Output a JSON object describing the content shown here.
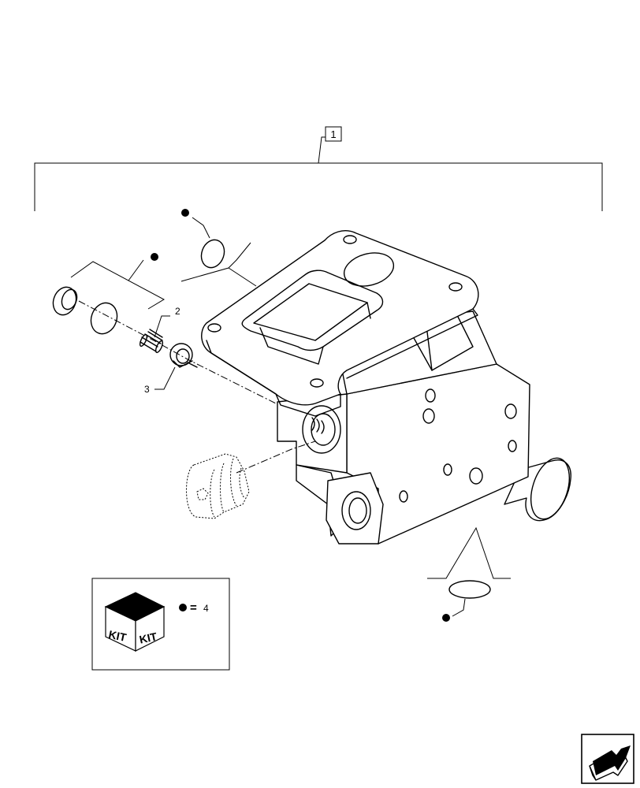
{
  "callouts": {
    "assembly": "1",
    "spring": "2",
    "poppet": "3"
  },
  "kit": {
    "label_left": "KIT",
    "label_right": "KIT",
    "equals": "=",
    "ref": "4"
  },
  "nav": {
    "icon": "next-page-arrow-icon"
  }
}
